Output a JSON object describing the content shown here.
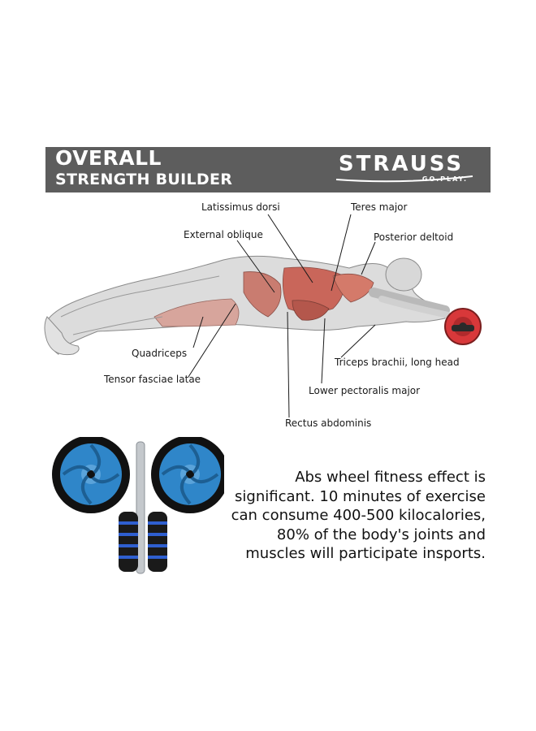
{
  "banner": {
    "title_line1": "OVERALL",
    "title_line2": "STRENGTH BUILDER",
    "brand": "STRAUSS",
    "brand_tagline": "GO.PLAY."
  },
  "muscle_labels": {
    "latissimus": "Latissimus dorsi",
    "teres": "Teres major",
    "external_oblique": "External oblique",
    "posterior_deltoid": "Posterior deltoid",
    "quadriceps": "Quadriceps",
    "triceps": "Triceps brachii, long head",
    "tensor": "Tensor fasciae latae",
    "pectoralis": "Lower pectoralis major",
    "rectus": "Rectus abdominis"
  },
  "description": {
    "line1": "Abs wheel fitness effect is",
    "line2": "significant. 10 minutes of exercise",
    "line3": "can consume 400-500 kilocalories,",
    "line4": "80% of the body's joints and",
    "line5": "muscles will participate insports."
  },
  "colors": {
    "banner_bg": "#5d5d5d",
    "wheel_blue": "#2f86c9",
    "wheel_tire": "#111111",
    "muscle_red": "#c9665a",
    "roller_red": "#d8383a"
  }
}
